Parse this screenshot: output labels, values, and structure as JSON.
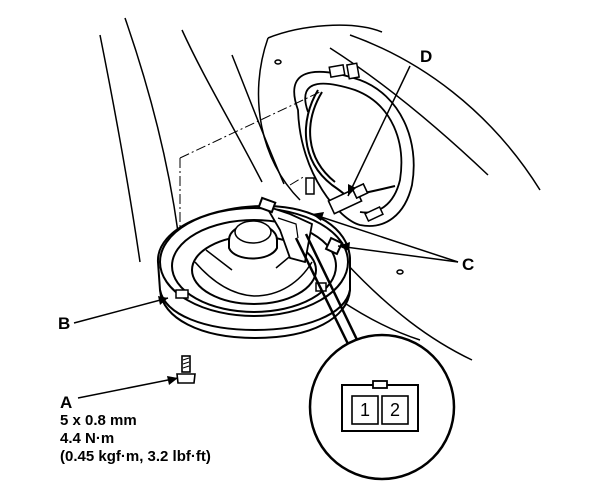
{
  "callouts": {
    "a": "A",
    "b": "B",
    "c": "C",
    "d": "D"
  },
  "spec": {
    "size": "5 x 0.8 mm",
    "torque_nm": "4.4 N·m",
    "torque_alt": "(0.45 kgf·m, 3.2 lbf·ft)"
  },
  "connector": {
    "pin1": "1",
    "pin2": "2"
  }
}
